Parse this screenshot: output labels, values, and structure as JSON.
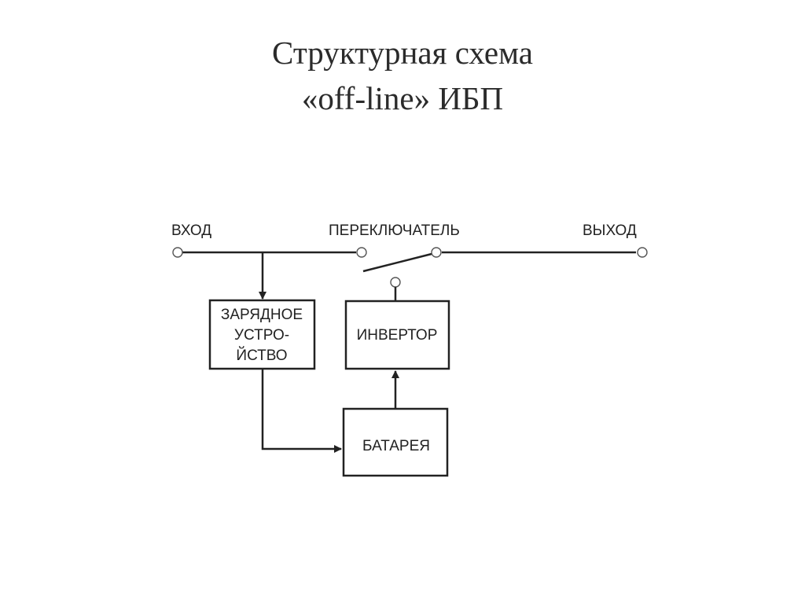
{
  "slide": {
    "title_line1": "Структурная схема",
    "title_line2": "«off-line» ИБП"
  },
  "diagram": {
    "input_label": "ВХОД",
    "switch_label": "ПЕРЕКЛЮЧАТЕЛЬ",
    "output_label": "ВЫХОД",
    "charger_lines": [
      "ЗАРЯДНОЕ",
      "УСТРО-",
      "ЙСТВО"
    ],
    "inverter_label": "ИНВЕРТОР",
    "battery_label": "БАТАРЕЯ"
  }
}
